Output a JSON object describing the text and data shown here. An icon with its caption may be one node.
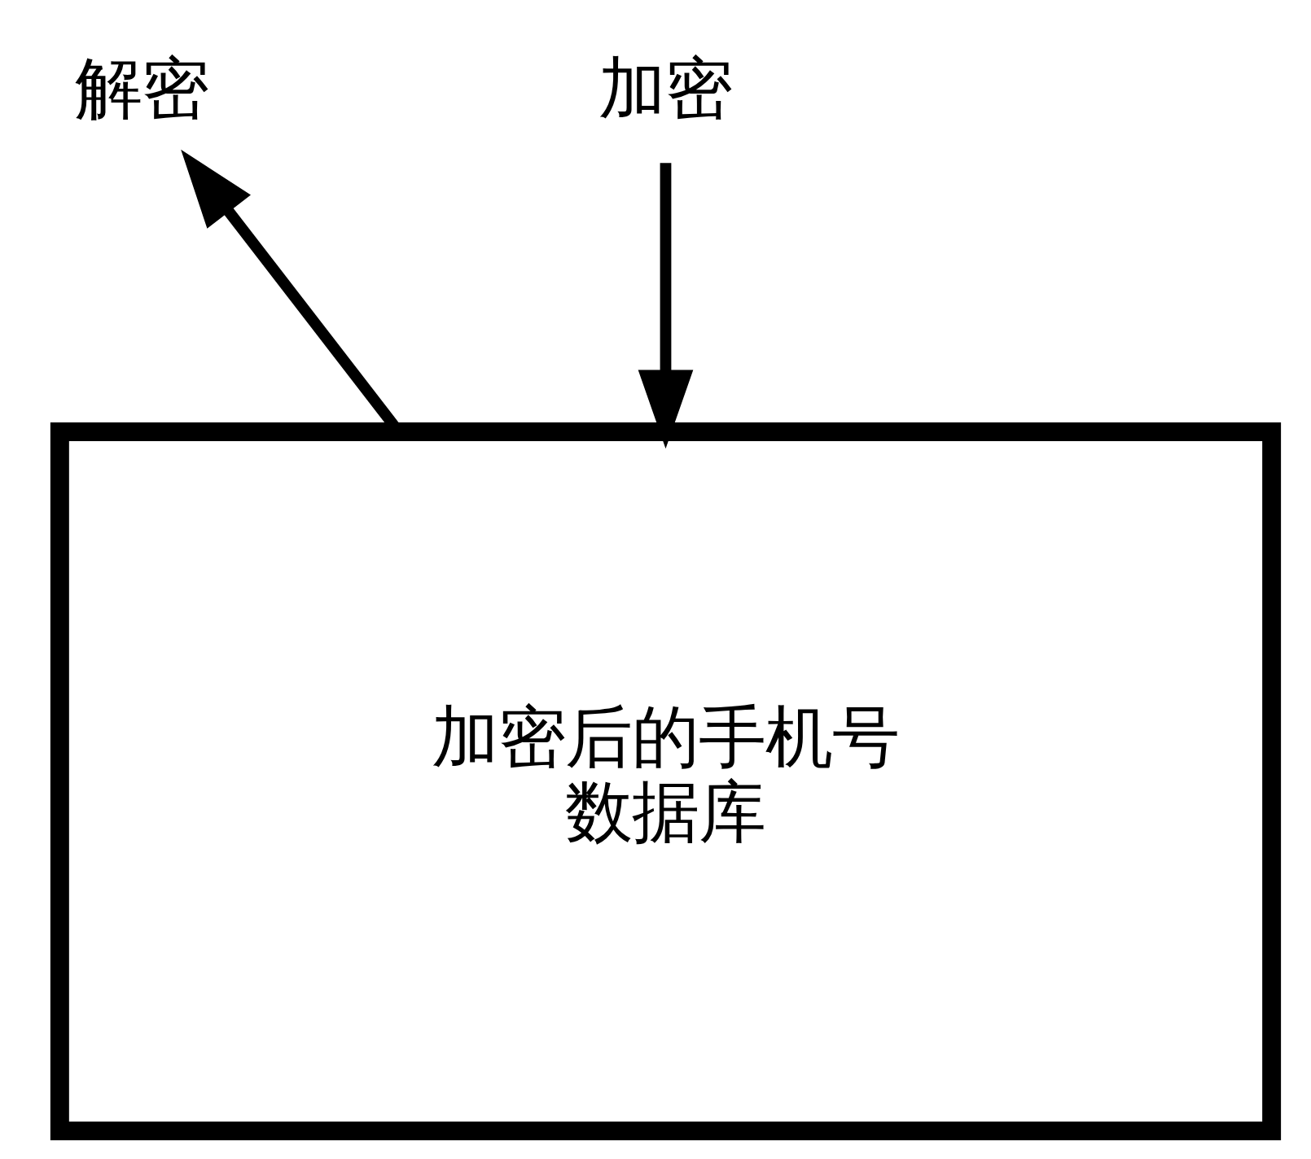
{
  "diagram": {
    "nodes": [
      {
        "text": [
          "加密后的手机号",
          "数据库"
        ]
      },
      {
        "text": [
          "加密"
        ]
      },
      {
        "text": [
          "解密"
        ]
      }
    ],
    "edges": [
      {
        "from": 1,
        "to": 0,
        "arrow": "to"
      },
      {
        "from": 0,
        "to": 2,
        "arrow": "to"
      }
    ]
  }
}
